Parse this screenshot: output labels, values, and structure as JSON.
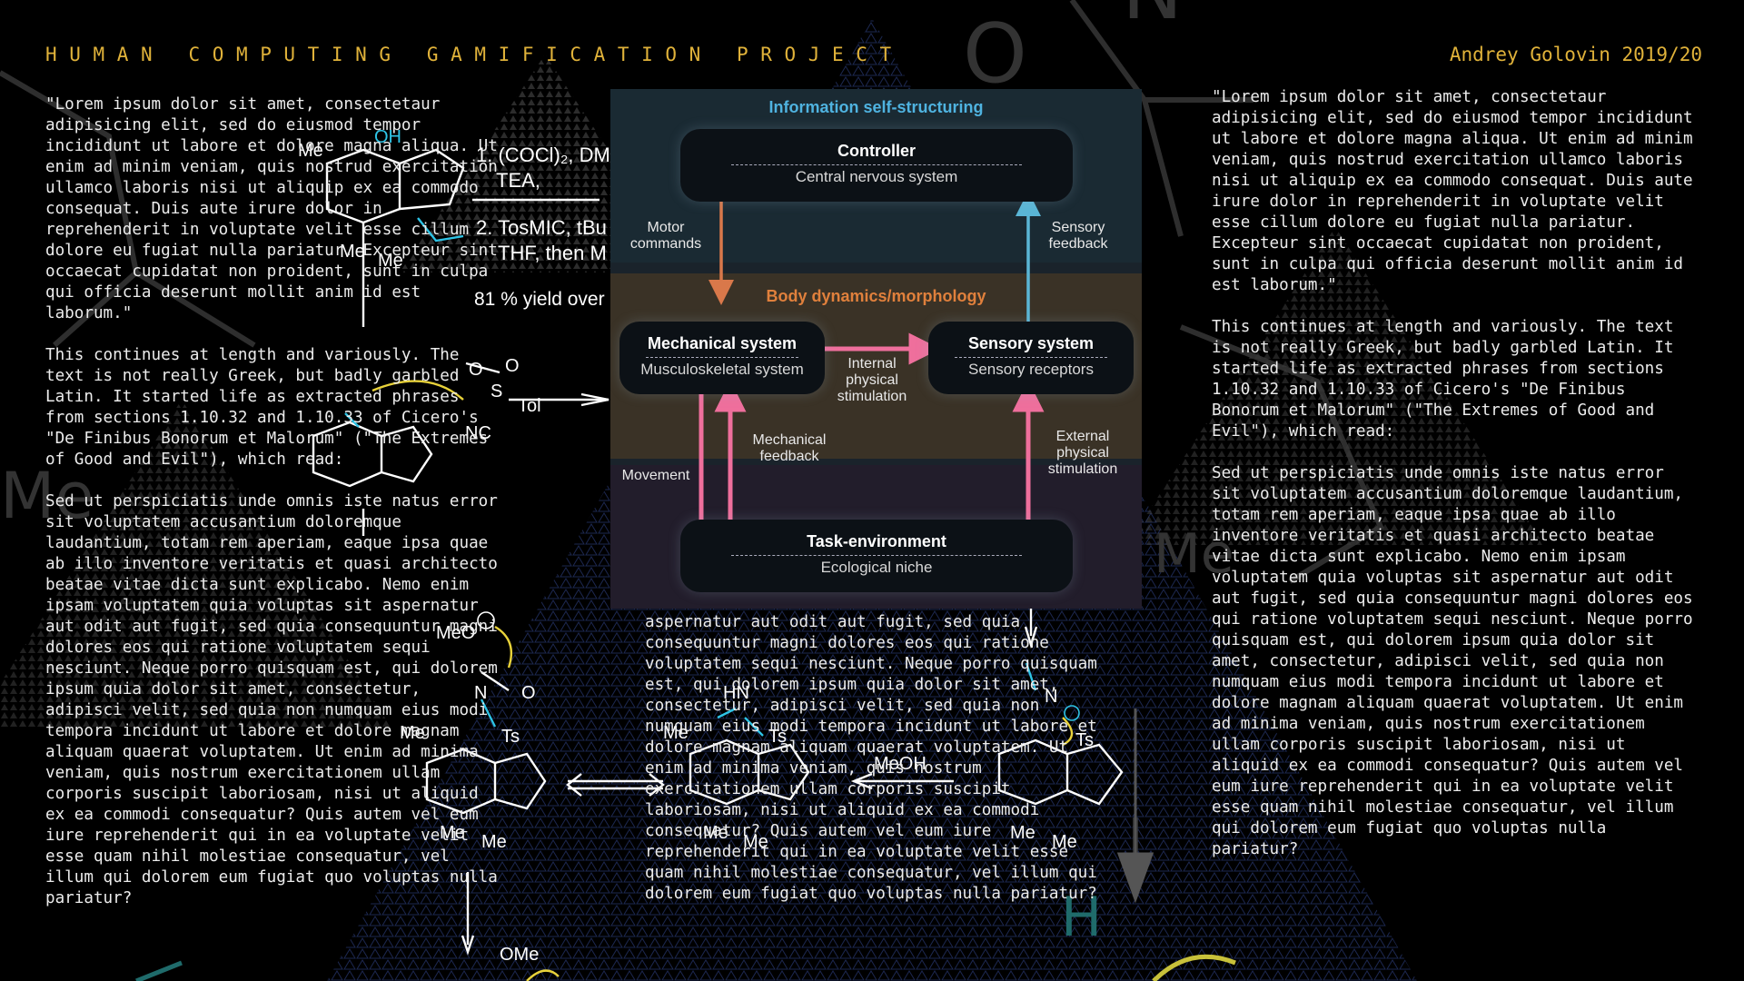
{
  "header": {
    "title": "HUMAN COMPUTING GAMIFICATION PROJECT",
    "author_date": "Andrey Golovin  2019/20"
  },
  "columns": {
    "left": "\"Lorem ipsum dolor sit amet, consectetaur adipisicing elit, sed do eiusmod tempor incididunt ut labore et dolore magna aliqua. Ut enim ad minim veniam, quis nostrud exercitation ullamco laboris nisi ut aliquip ex ea commodo consequat. Duis aute irure dolor in reprehenderit in voluptate velit esse cillum dolore eu fugiat nulla pariatur. Excepteur sint occaecat cupidatat non proident, sunt in culpa qui officia deserunt mollit anim id est laborum.\"\n\nThis continues at length and variously. The text is not really Greek, but badly garbled Latin. It started life as extracted phrases from sections 1.10.32 and 1.10.33 of Cicero's \"De Finibus Bonorum et Malorum\" (\"The Extremes of Good and Evil\"), which read:\n\nSed ut perspiciatis unde omnis iste natus error sit voluptatem accusantium doloremque laudantium, totam rem aperiam, eaque ipsa quae ab illo inventore veritatis et quasi architecto beatae vitae dicta sunt explicabo. Nemo enim ipsam voluptatem quia voluptas sit aspernatur aut odit aut fugit, sed quia consequuntur magni dolores eos qui ratione voluptatem sequi nesciunt. Neque porro quisquam est, qui dolorem ipsum quia dolor sit amet, consectetur, adipisci velit, sed quia non numquam eius modi tempora incidunt ut labore et dolore magnam aliquam quaerat voluptatem. Ut enim ad minima veniam, quis nostrum exercitationem ullam corporis suscipit laboriosam, nisi ut aliquid ex ea commodi consequatur? Quis autem vel eum iure reprehenderit qui in ea voluptate velit esse quam nihil molestiae consequatur, vel illum qui dolorem eum fugiat quo voluptas nulla pariatur?",
    "middle": "aspernatur aut odit aut fugit, sed quia consequuntur magni dolores eos qui ratione voluptatem sequi nesciunt. Neque porro quisquam est, qui dolorem ipsum quia dolor sit amet, consectetur, adipisci velit, sed quia non numquam eius modi tempora incidunt ut labore et dolore magnam aliquam quaerat voluptatem. Ut enim ad minima veniam, quis nostrum exercitationem ullam corporis suscipit laboriosam, nisi ut aliquid ex ea commodi consequatur? Quis autem vel eum iure reprehenderit qui in ea voluptate velit esse quam nihil molestiae consequatur, vel illum qui dolorem eum fugiat quo voluptas nulla pariatur?",
    "right": "\"Lorem ipsum dolor sit amet, consectetaur adipisicing elit, sed do eiusmod tempor incididunt ut labore et dolore magna aliqua. Ut enim ad minim veniam, quis nostrud exercitation ullamco laboris nisi ut aliquip ex ea commodo consequat. Duis aute irure dolor in reprehenderit in voluptate velit esse cillum dolore eu fugiat nulla pariatur. Excepteur sint occaecat cupidatat non proident, sunt in culpa qui officia deserunt mollit anim id est laborum.\"\n\nThis continues at length and variously. The text is not really Greek, but badly garbled Latin. It started life as extracted phrases from sections 1.10.32 and 1.10.33 of Cicero's \"De Finibus Bonorum et Malorum\" (\"The Extremes of Good and Evil\"), which read:\n\nSed ut perspiciatis unde omnis iste natus error sit voluptatem accusantium doloremque laudantium, totam rem aperiam, eaque ipsa quae ab illo inventore veritatis et quasi architecto beatae vitae dicta sunt explicabo. Nemo enim ipsam voluptatem quia voluptas sit aspernatur aut odit aut fugit, sed quia consequuntur magni dolores eos qui ratione voluptatem sequi nesciunt. Neque porro quisquam est, qui dolorem ipsum quia dolor sit amet, consectetur, adipisci velit, sed quia non numquam eius modi tempora incidunt ut labore et dolore magnam aliquam quaerat voluptatem. Ut enim ad minima veniam, quis nostrum exercitationem ullam corporis suscipit laboriosam, nisi ut aliquid ex ea commodi consequatur? Quis autem vel eum iure reprehenderit qui in ea voluptate velit esse quam nihil molestiae consequatur, vel illum qui dolorem eum fugiat quo voluptas nulla pariatur?"
  },
  "diagram": {
    "top_label": "Information self-structuring",
    "middle_label": "Body dynamics/morphology",
    "controller": {
      "title": "Controller",
      "subtitle": "Central nervous system"
    },
    "mechanical": {
      "title": "Mechanical system",
      "subtitle": "Musculoskeletal system"
    },
    "sensory": {
      "title": "Sensory system",
      "subtitle": "Sensory receptors"
    },
    "task": {
      "title": "Task-environment",
      "subtitle": "Ecological niche"
    },
    "motor_commands": "Motor\ncommands",
    "sensory_feedback": "Sensory\nfeedback",
    "internal_stimulation": "Internal\nphysical\nstimulation",
    "mechanical_feedback": "Mechanical\nfeedback",
    "external_stimulation": "External\nphysical\nstimulation",
    "movement": "Movement"
  },
  "chemistry": {
    "reagents_1": "1. (COCl)₂, DM",
    "reagents_1b": "TEA,",
    "reagents_2": "2. TosMIC, tBu",
    "reagents_2b": "THF, then M",
    "yield": "81 % yield over",
    "labels": {
      "me1": "Me",
      "oh": "OH",
      "me2": "Me",
      "me3": "Me",
      "o_tol_s": "O",
      "s": "S",
      "o2": "O",
      "tol": "Tol",
      "nc": "NC",
      "meo": "MeO",
      "n1": "N",
      "o3": "O",
      "ts1": "Ts",
      "me4": "Me",
      "me5": "Me",
      "me6": "Me",
      "hn": "HN",
      "ts2": "Ts",
      "me7": "Me",
      "meoh": "MeOH",
      "me8": "Me",
      "me9": "Me",
      "n2": "N",
      "ts3": "Ts",
      "me10": "Me",
      "me11": "Me",
      "ome": "OMe",
      "h": "H",
      "big_o": "O",
      "big_n": "N"
    }
  },
  "colors": {
    "header_gold": "#e0b23a",
    "motor_arrow": "#d9784a",
    "sensory_arrow": "#5ab6d6",
    "pink_arrow": "#ef6f9c",
    "top_label": "#4fb3e0",
    "middle_label": "#e0803c",
    "chem_cyan": "#2ec4e6",
    "chem_yellow": "#e8d23a"
  }
}
